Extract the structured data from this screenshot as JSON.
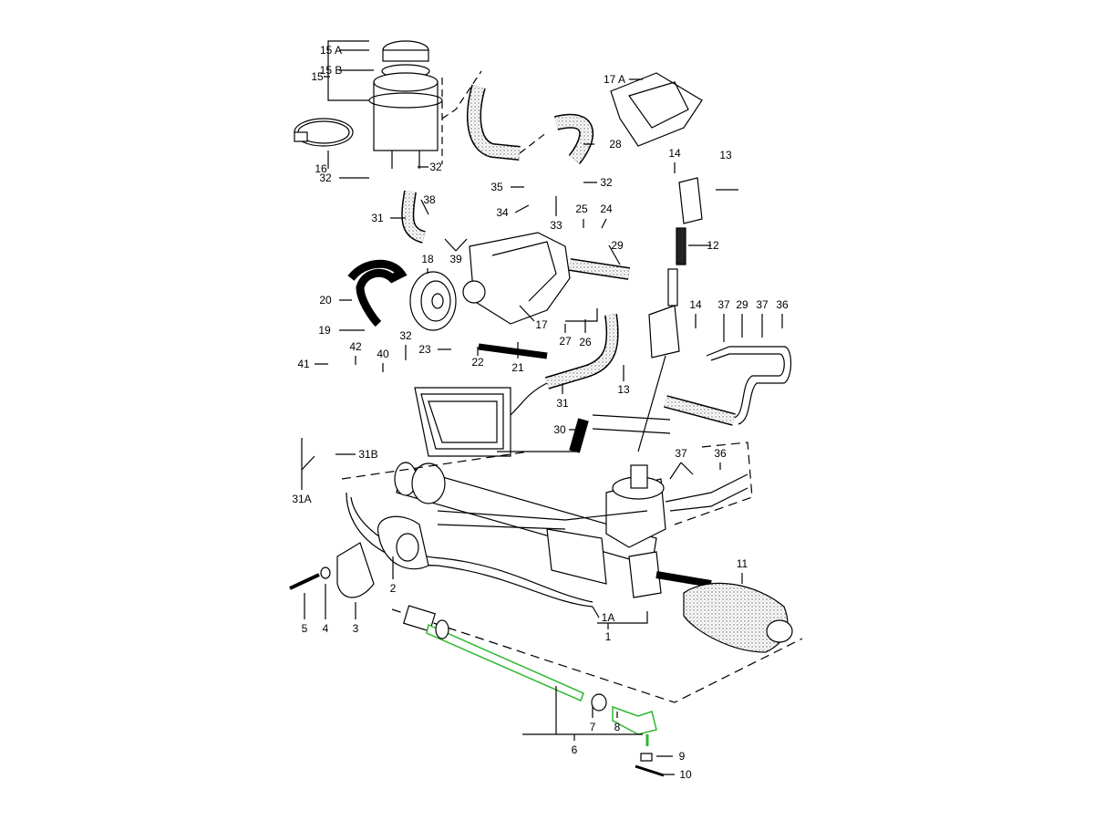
{
  "diagram": {
    "title": "Power steering / steering rack parts diagram",
    "highlight_color": "#2db82d",
    "line_color": "#000000",
    "labels": {
      "p15A": "15 A",
      "p15B": "15 B",
      "p15": "15",
      "p16": "16",
      "p32a": "32",
      "p32b": "32",
      "p17A": "17 A",
      "p28": "28",
      "p14a": "14",
      "p13a": "13",
      "p35": "35",
      "p32c": "32",
      "p38": "38",
      "p31a": "31",
      "p34": "34",
      "p33": "33",
      "p25": "25",
      "p24": "24",
      "p12": "12",
      "p39": "39",
      "p29a": "29",
      "p18": "18",
      "p20": "20",
      "p17": "17",
      "p14b": "14",
      "p37a": "37",
      "p29b": "29",
      "p37b": "37",
      "p36a": "36",
      "p19": "19",
      "p32d": "32",
      "p27": "27",
      "p26": "26",
      "p42": "42",
      "p23": "23",
      "p22": "22",
      "p21": "21",
      "p40": "40",
      "p41": "41",
      "p13b": "13",
      "p31b": "31",
      "p30": "30",
      "p31B": "31B",
      "p31A": "31A",
      "p37c": "37",
      "p36b": "36",
      "p11": "11",
      "p2": "2",
      "p1A": "1A",
      "p1": "1",
      "p5": "5",
      "p4": "4",
      "p3": "3",
      "p7": "7",
      "p8": "8",
      "p6": "6",
      "p9": "9",
      "p10": "10"
    }
  }
}
